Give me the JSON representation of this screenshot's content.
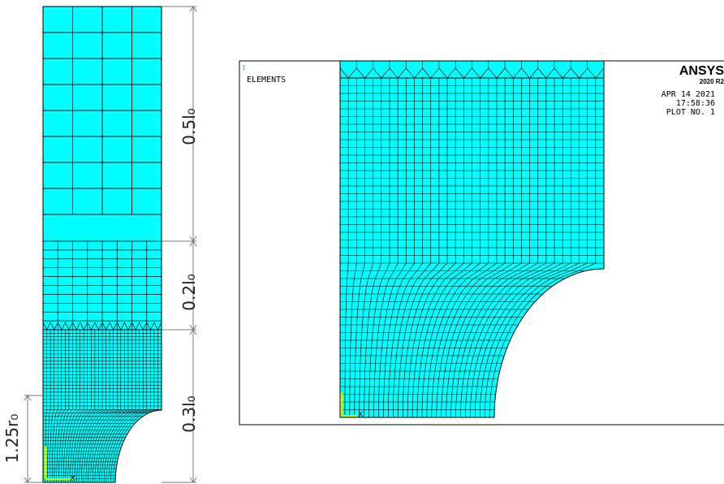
{
  "left_model": {
    "dimensions": {
      "upper": "0.5l₀",
      "middle": "0.2l₀",
      "lower": "0.3l₀",
      "radius": "1.25r₀"
    },
    "axis_label": "X"
  },
  "ansys_window": {
    "plot_index": "1",
    "title": "ELEMENTS",
    "logo": "ANSYS",
    "version": "2020 R2",
    "date": "APR 14 2021",
    "time": "17:58:36",
    "plot_no": "PLOT NO.   1",
    "axis_label": "X"
  },
  "colors": {
    "mesh_fill": "#00ffff",
    "mesh_line": "#000000",
    "dimension_line": "#777777",
    "axis_triad": "#c8ff00",
    "background": "#ffffff"
  }
}
